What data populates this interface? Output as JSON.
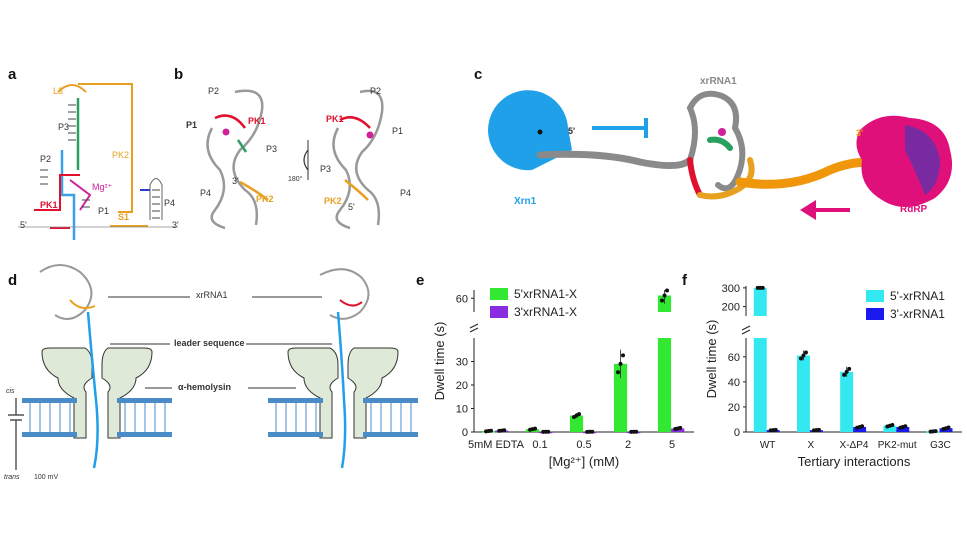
{
  "panels": {
    "a": {
      "letter": "a",
      "labels": {
        "l3": "L3",
        "p3": "P3",
        "p2": "P2",
        "pk1": "PK1",
        "pk2": "PK2",
        "mg": "Mg²⁺",
        "p1": "P1",
        "p4": "P4",
        "s1": "S1",
        "five": "5'",
        "three": "3'"
      }
    },
    "b": {
      "letter": "b",
      "labels": {
        "p2_left": "P2",
        "p1_left": "P1",
        "pk1_left": "PK1",
        "p3_left": "P3",
        "p4_left": "P4",
        "pk2_left": "PK2",
        "rot": "180°",
        "p2_right": "P2",
        "pk1_right": "PK1",
        "p1_right": "P1",
        "p3_right": "P3",
        "pk2_right": "PK2",
        "p4_right": "P4",
        "three": "3'",
        "five": "5'"
      }
    },
    "c": {
      "letter": "c",
      "labels": {
        "xrn1": "Xrn1",
        "five": "5'",
        "xrrna1": "xrRNA1",
        "three": "3'",
        "rdrp": "RdRP"
      }
    },
    "d": {
      "letter": "d",
      "labels": {
        "xrrna1": "xrRNA1",
        "leader": "leader sequence",
        "hemolysin": "α-hemolysin",
        "cis": "cis",
        "trans": "trans",
        "voltage": "100 mV"
      }
    },
    "e": {
      "letter": "e"
    },
    "f": {
      "letter": "f"
    }
  },
  "chart_data": [
    {
      "type": "bar",
      "panel": "e",
      "ylabel": "Dwell time (s)",
      "xlabel": "[Mg²⁺] (mM)",
      "categories": [
        "5mM EDTA",
        "0.1",
        "0.5",
        "2",
        "5"
      ],
      "yticks_lower": [
        0,
        10,
        20,
        30
      ],
      "yticks_upper": [
        60
      ],
      "ylim_lower": [
        0,
        40
      ],
      "ylim_upper": [
        55,
        63
      ],
      "legend": "top-left",
      "series": [
        {
          "name": "5'xrRNA1-X",
          "color": "#33e833",
          "values": [
            0.4,
            1.2,
            7,
            29,
            61
          ],
          "errors": [
            0.2,
            0.4,
            1.0,
            6,
            3
          ]
        },
        {
          "name": "3'xrRNA1-X",
          "color": "#8a2be2",
          "values": [
            0.6,
            0.1,
            0.1,
            0.1,
            1.5
          ],
          "errors": [
            0.2,
            0.05,
            0.05,
            0.05,
            0.4
          ]
        }
      ]
    },
    {
      "type": "bar",
      "panel": "f",
      "ylabel": "Dwell time (s)",
      "xlabel": "Tertiary interactions",
      "categories": [
        "WT",
        "X",
        "X-ΔP4",
        "PK2-mut",
        "G3C"
      ],
      "yticks_lower": [
        0,
        20,
        40,
        60
      ],
      "yticks_upper": [
        200,
        300
      ],
      "ylim_lower": [
        0,
        75
      ],
      "ylim_upper": [
        150,
        310
      ],
      "legend": "top-right",
      "series": [
        {
          "name": "5'-xrRNA1",
          "color": "#33e8f0",
          "values": [
            300,
            61,
            48,
            5,
            0.5
          ],
          "errors": [
            0,
            4,
            4,
            1,
            0.3
          ]
        },
        {
          "name": "3'-xrRNA1",
          "color": "#1a1aee",
          "values": [
            1.5,
            1.5,
            4,
            4,
            3
          ],
          "errors": [
            0.3,
            0.3,
            1,
            1,
            1
          ]
        }
      ]
    }
  ]
}
